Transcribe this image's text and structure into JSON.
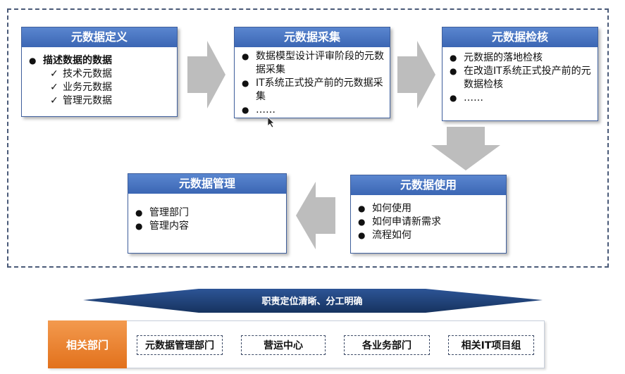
{
  "stages": {
    "definition": {
      "title": "元数据定义",
      "bullet": "描述数据的数据",
      "subitems": [
        "技术元数据",
        "业务元数据",
        "管理元数据"
      ]
    },
    "collection": {
      "title": "元数据采集",
      "items": [
        "数据模型设计评审阶段的元数据采集",
        "IT系统正式投产前的元数据采集",
        "……"
      ]
    },
    "check": {
      "title": "元数据检核",
      "items": [
        "元数据的落地检核",
        "在改造IT系统正式投产前的元数据检核",
        "……"
      ]
    },
    "usage": {
      "title": "元数据使用",
      "items": [
        "如何使用",
        "如何申请新需求",
        "流程如何"
      ]
    },
    "management": {
      "title": "元数据管理",
      "items": [
        "管理部门",
        "管理内容"
      ]
    }
  },
  "banner": {
    "label": "职责定位清晰、分工明确"
  },
  "departments": {
    "header": "相关部门",
    "items": [
      "元数据管理部门",
      "营运中心",
      "各业务部门",
      "相关IT项目组"
    ]
  },
  "colors": {
    "box_header": "#3b66b4",
    "arrow": "#b9b9b9",
    "banner": "#1f3e73",
    "dept_header": "#e2711c"
  }
}
